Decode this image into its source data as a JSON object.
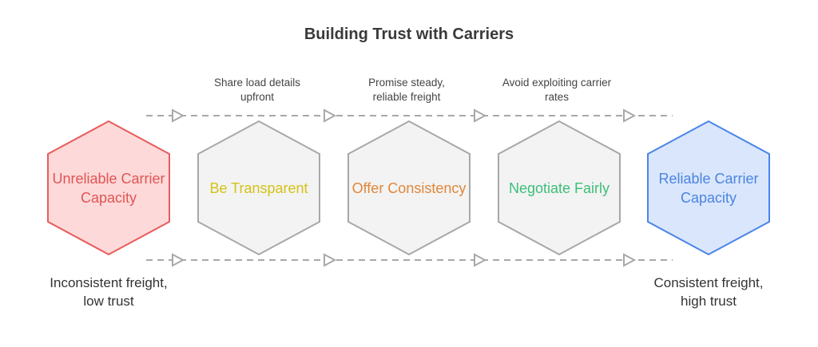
{
  "title": "Building Trust with Carriers",
  "nodes": [
    {
      "label": "Unreliable Carrier Capacity",
      "text_color": "#e05555",
      "fill": "#fdd9d9",
      "stroke": "#e85c5c"
    },
    {
      "label": "Be Transparent",
      "text_color": "#d4c217",
      "fill": "#f3f3f3",
      "stroke": "#a8a8a8"
    },
    {
      "label": "Offer Consistency",
      "text_color": "#e0873a",
      "fill": "#f3f3f3",
      "stroke": "#a8a8a8"
    },
    {
      "label": "Negotiate Fairly",
      "text_color": "#3cbf78",
      "fill": "#f3f3f3",
      "stroke": "#a8a8a8"
    },
    {
      "label": "Reliable Carrier Capacity",
      "text_color": "#4a85e0",
      "fill": "#dae6fc",
      "stroke": "#4a85e8"
    }
  ],
  "step_labels": [
    "Share load details upfront",
    "Promise steady, reliable freight",
    "Avoid exploiting carrier rates"
  ],
  "start_caption": "Inconsistent freight, low trust",
  "end_caption": "Consistent freight, high trust",
  "connector_color": "#a8a8a8"
}
